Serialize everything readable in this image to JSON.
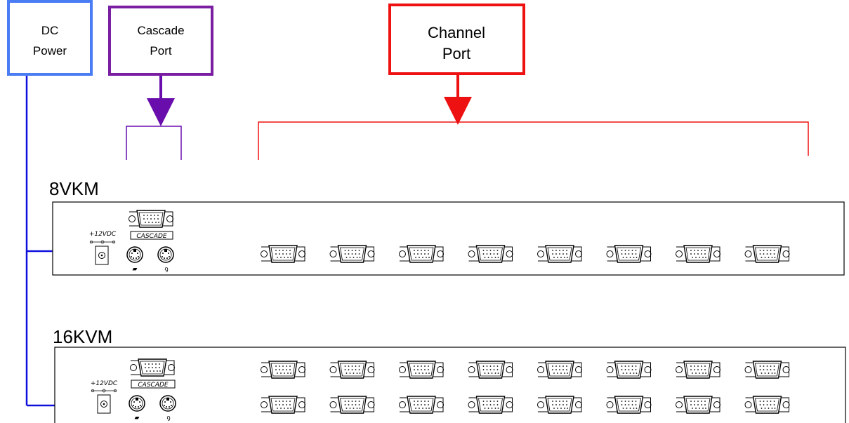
{
  "callouts": {
    "dc_power": {
      "line1": "DC",
      "line2": "Power",
      "color": "#4a7cf4"
    },
    "cascade_port": {
      "line1": "Cascade",
      "line2": "Port",
      "color": "#7b1fa2"
    },
    "channel_port": {
      "line1": "Channel",
      "line2": "Port",
      "color": "#ee1111"
    }
  },
  "arrow_colors": {
    "dc": "#1010dd",
    "cascade": "#6a0dad",
    "channel": "#ee1111"
  },
  "panels": [
    {
      "title": "8VKM",
      "power_label": "+12VDC",
      "cascade_label": "CASCADE",
      "channel_rows": 1,
      "channels_per_row": 8
    },
    {
      "title": "16KVM",
      "power_label": "+12VDC",
      "cascade_label": "CASCADE",
      "channel_rows": 2,
      "channels_per_row": 8
    }
  ]
}
